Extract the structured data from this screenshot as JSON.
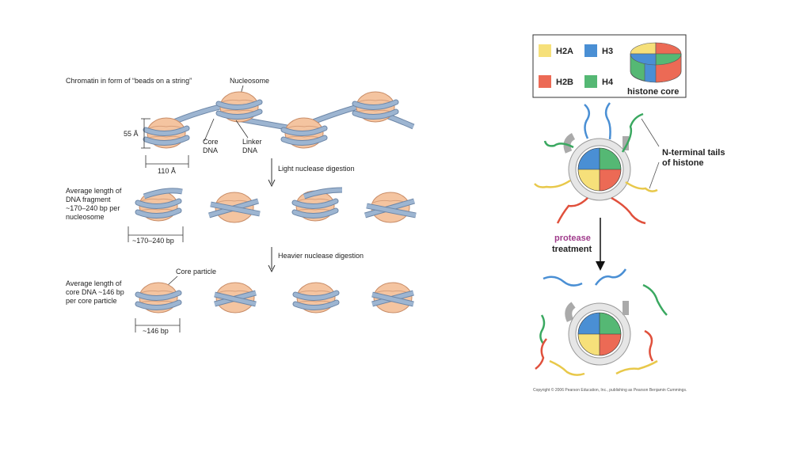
{
  "left_panel": {
    "title": "Chromatin in form of “beads on a string”",
    "nucleosome_label": "Nucleosome",
    "core_dna_label": [
      "Core",
      "DNA"
    ],
    "linker_dna_label": [
      "Linker",
      "DNA"
    ],
    "height_dim": "55 Å",
    "width_dim": "110 Å",
    "step1_label": "Light nuclease digestion",
    "step2_label": "Heavier nuclease digestion",
    "fragment_desc": [
      "Average length of",
      "DNA fragment",
      "~170–240 bp per",
      "nucleosome"
    ],
    "fragment_dim": "~170–240 bp",
    "core_particle_label": "Core particle",
    "core_desc": [
      "Average length of",
      "core DNA ~146 bp",
      "per core particle"
    ],
    "core_dim": "~146 bp"
  },
  "right_panel": {
    "legend": {
      "items": [
        {
          "label": "H2A",
          "color": "#f6e07a"
        },
        {
          "label": "H3",
          "color": "#4a8fd4"
        },
        {
          "label": "H2B",
          "color": "#ec6a55"
        },
        {
          "label": "H4",
          "color": "#55b874"
        }
      ],
      "core_label": "histone core"
    },
    "tails_label": [
      "N-terminal tails",
      "of histone"
    ],
    "protease_word": "protease",
    "treatment_word": "treatment",
    "copyright": "Copyright © 2006 Pearson Education, Inc., publishing as Pearson Benjamin Cummings."
  },
  "colors": {
    "bead": "#f4c4a0",
    "bead_dark": "#e0a47e",
    "dna": "#8fa9c8",
    "dna_dark": "#6d87a8",
    "protease": "#a03c8c",
    "tail_blue": "#4a8fd4",
    "tail_green": "#3aa860",
    "tail_yellow": "#e8c84a",
    "tail_red": "#e0503c"
  }
}
